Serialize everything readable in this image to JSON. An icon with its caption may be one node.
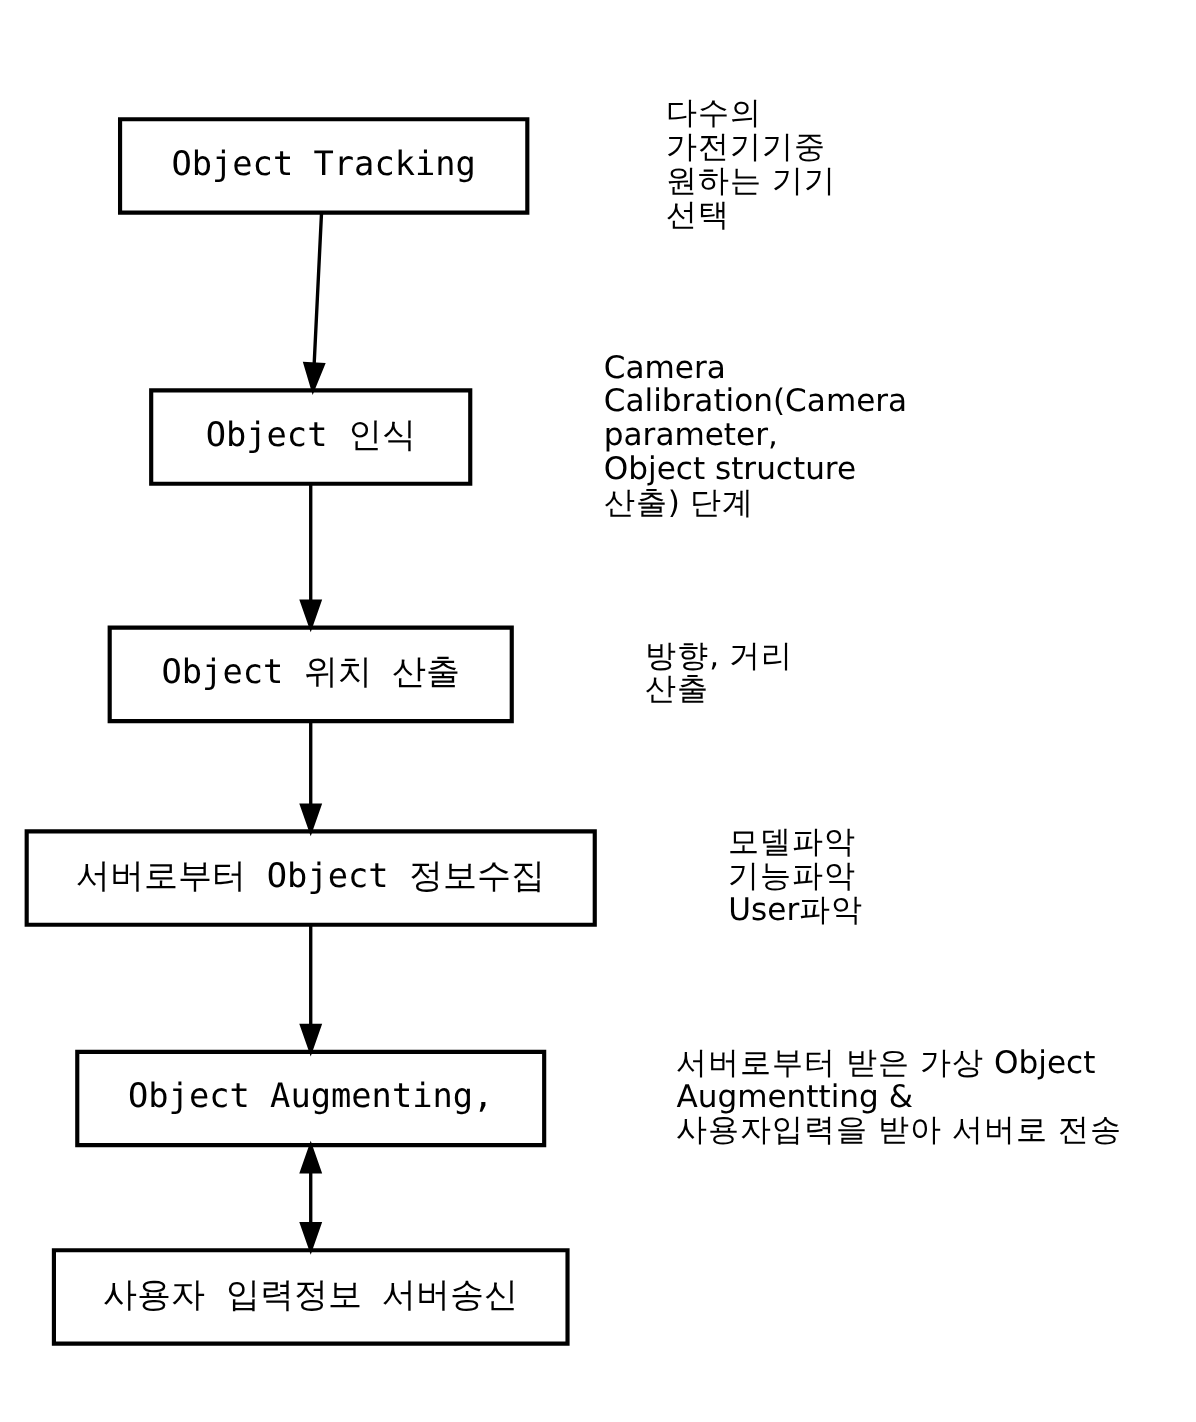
{
  "diagram": {
    "nodes": [
      {
        "text": [
          "Object Tracking"
        ]
      },
      {
        "text": [
          "Object 인식"
        ]
      },
      {
        "text": [
          "Object 위치 산출"
        ]
      },
      {
        "text": [
          "서버로부터 Object 정보수집"
        ]
      },
      {
        "text": [
          "Object Augmenting,"
        ]
      },
      {
        "text": [
          "사용자 입력정보 서버송신"
        ]
      }
    ],
    "edges": [
      {
        "from": 0,
        "to": 1,
        "arrow": "to"
      },
      {
        "from": 1,
        "to": 2,
        "arrow": "to"
      },
      {
        "from": 2,
        "to": 3,
        "arrow": "to"
      },
      {
        "from": 3,
        "to": 4,
        "arrow": "to"
      },
      {
        "from": 4,
        "to": 5,
        "arrow": "both"
      }
    ],
    "labels": [
      "다수의 가전기기중 원하는 기기 선택",
      "Camera Calibration(Camera parameter, Object structure 산출) 단계",
      "방향, 거리 산출",
      "모델파악 기능파악 User파악",
      "서버로부터 받은 가상 Object Augmentting & 사용자입력을 받아 서버로 전송"
    ]
  }
}
